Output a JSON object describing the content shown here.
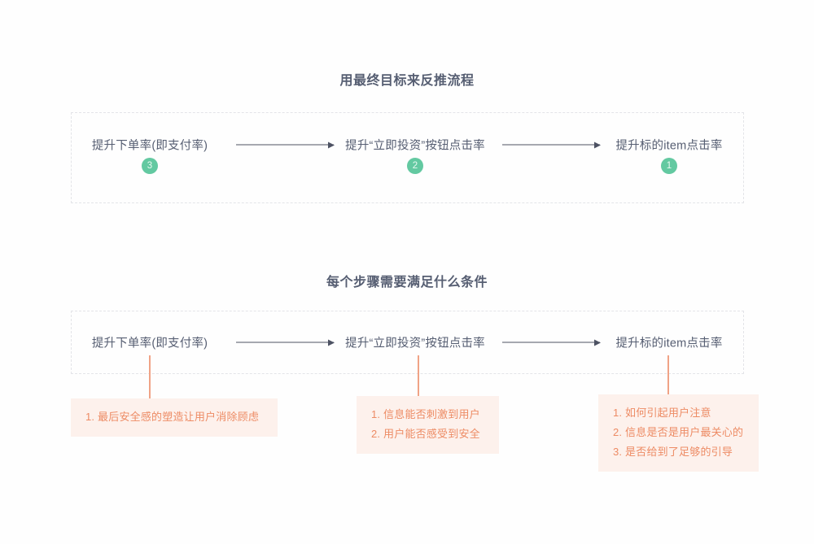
{
  "theme": {
    "page_background": "#fefefe",
    "title_color": "#565e72",
    "node_text_color": "#565e72",
    "badge_color": "#63c9a1",
    "badge_text_color": "#e9f9f1",
    "arrow_color": "#4d5263",
    "dashed_border_color": "#e3e4e8",
    "card_background": "#fdf1ec",
    "card_text_color": "#ed8b64",
    "stem_color": "#f0a386"
  },
  "sections": [
    {
      "title": "用最终目标来反推流程",
      "flow": {
        "nodes": [
          {
            "label": "提升下单率(即支付率)",
            "badge": "3"
          },
          {
            "label": "提升“立即投资”按钮点击率",
            "badge": "2"
          },
          {
            "label": "提升标的item点击率",
            "badge": "1"
          }
        ],
        "connector_icon": "arrow-right-icon"
      }
    },
    {
      "title": "每个步骤需要满足什么条件",
      "flow": {
        "nodes": [
          {
            "label": "提升下单率(即支付率)"
          },
          {
            "label": "提升“立即投资”按钮点击率"
          },
          {
            "label": "提升标的item点击率"
          }
        ],
        "connector_icon": "arrow-right-icon"
      },
      "conditions": [
        {
          "lines": [
            "1. 最后安全感的塑造让用户消除顾虑"
          ]
        },
        {
          "lines": [
            "1. 信息能否刺激到用户",
            "2. 用户能否感受到安全"
          ]
        },
        {
          "lines": [
            "1. 如何引起用户注意",
            "2. 信息是否是用户最关心的",
            "3. 是否给到了足够的引导"
          ]
        }
      ]
    }
  ]
}
